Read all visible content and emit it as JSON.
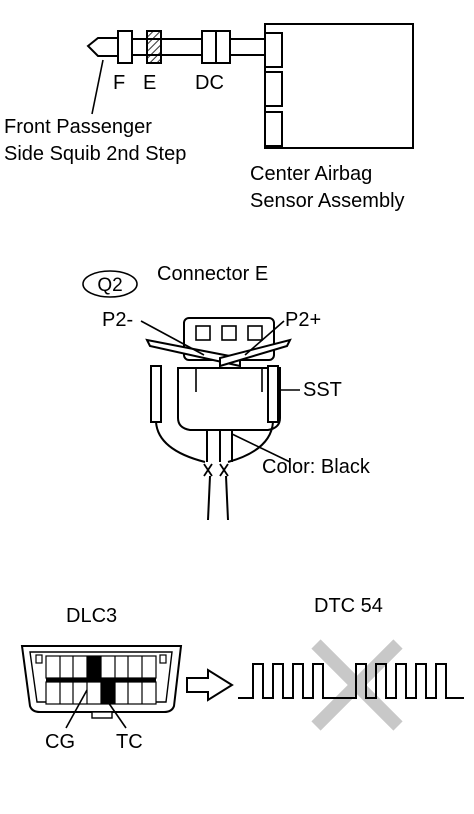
{
  "wiring": {
    "connector_f": "F",
    "connector_e": "E",
    "connector_dc": "DC",
    "squib_label_line1": "Front Passenger",
    "squib_label_line2": "Side Squib 2nd Step",
    "assembly_label_line1": "Center Airbag",
    "assembly_label_line2": "Sensor Assembly"
  },
  "connector_view": {
    "tag": "Q2",
    "title": "Connector E",
    "terminal_minus": "P2-",
    "terminal_plus": "P2+",
    "tool_label": "SST",
    "color_label": "Color: Black"
  },
  "dlc": {
    "title": "DLC3",
    "terminal_cg": "CG",
    "terminal_tc": "TC",
    "code_title": "DTC 54",
    "arrow_icon": "right-arrow-icon",
    "cross_icon": "cross-icon",
    "cross_color": "#c8c8c8"
  }
}
